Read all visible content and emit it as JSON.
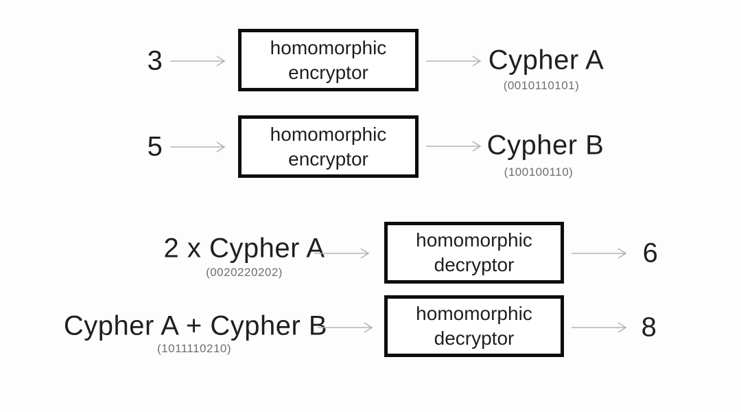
{
  "diagram": {
    "encrypt_rows": [
      {
        "input": "3",
        "box_line1": "homomorphic",
        "box_line2": "encryptor",
        "output": "Cypher A",
        "output_code": "(0010110101)"
      },
      {
        "input": "5",
        "box_line1": "homomorphic",
        "box_line2": "encryptor",
        "output": "Cypher B",
        "output_code": "(100100110)"
      }
    ],
    "decrypt_rows": [
      {
        "input": "2 x Cypher A",
        "input_code": "(0020220202)",
        "box_line1": "homomorphic",
        "box_line2": "decryptor",
        "output": "6"
      },
      {
        "input": "Cypher A + Cypher B",
        "input_code": "(1011110210)",
        "box_line1": "homomorphic",
        "box_line2": "decryptor",
        "output": "8"
      }
    ],
    "colors": {
      "background": "#fdfdfd",
      "box_border": "#0d0d0d",
      "box_fill": "#ffffff",
      "text": "#1f1f1f",
      "code_text": "#6e6e6e",
      "arrow": "#b3b3b3"
    }
  }
}
